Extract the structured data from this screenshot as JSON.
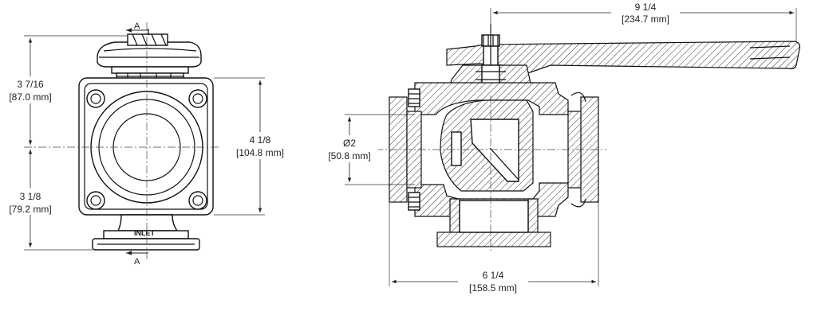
{
  "front_view": {
    "section_mark_top": "A",
    "section_mark_bottom": "A",
    "inlet_label": "INLET",
    "dim_upper": {
      "fraction": "3 7/16",
      "metric": "[87.0 mm]"
    },
    "dim_lower": {
      "fraction": "3 1/8",
      "metric": "[79.2 mm]"
    },
    "dim_body_height": {
      "fraction": "4 1/8",
      "metric": "[104.8 mm]"
    }
  },
  "section_view": {
    "dim_handle_length": {
      "fraction": "9 1/4",
      "metric": "[234.7 mm]"
    },
    "dim_port_diameter": {
      "fraction": "Ø2",
      "metric": "[50.8 mm]"
    },
    "dim_overall_width": {
      "fraction": "6 1/4",
      "metric": "[158.5 mm]"
    }
  }
}
